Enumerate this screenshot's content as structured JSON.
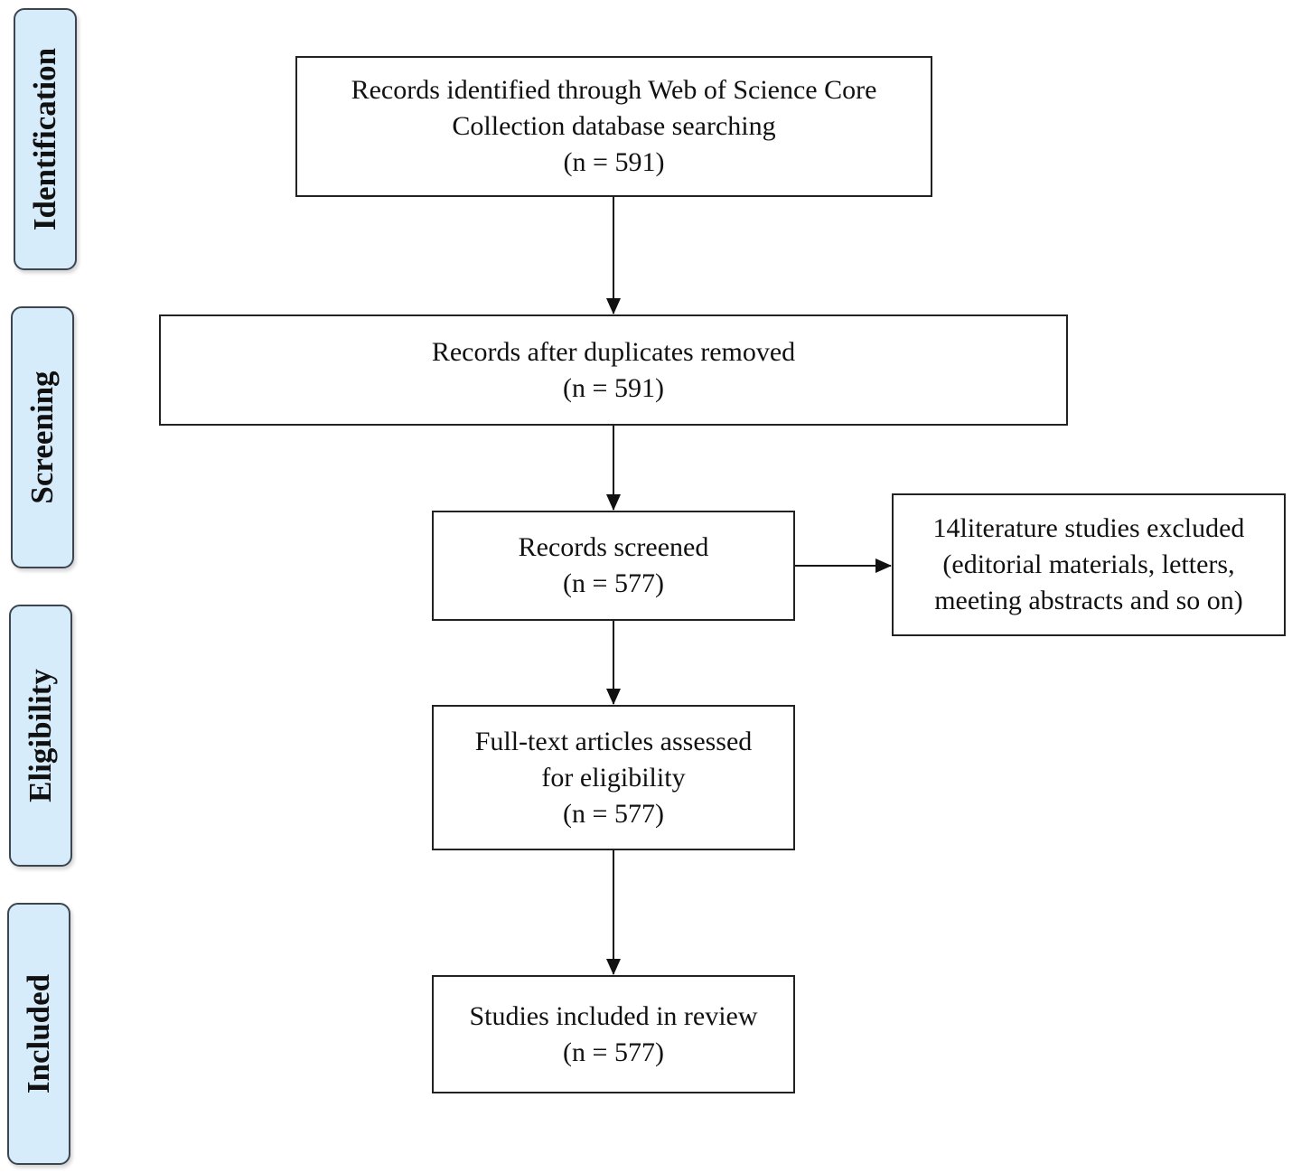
{
  "stages": {
    "identification": "Identification",
    "screening": "Screening",
    "eligibility": "Eligibility",
    "included": "Included"
  },
  "boxes": {
    "identified": {
      "line1": "Records identified through Web of Science Core",
      "line2": "Collection database searching",
      "line3": "(n = 591)"
    },
    "deduplicated": {
      "line1": "Records after duplicates removed",
      "line2": "(n = 591)"
    },
    "screened": {
      "line1": "Records screened",
      "line2": "(n = 577)"
    },
    "excluded": {
      "line1": "14literature studies excluded",
      "line2": "(editorial materials, letters,",
      "line3": "meeting abstracts and so on)"
    },
    "full_text": {
      "line1": "Full-text articles assessed",
      "line2": "for eligibility",
      "line3": "(n = 577)"
    },
    "included": {
      "line1": "Studies included in review",
      "line2": "(n = 577)"
    }
  },
  "colors": {
    "stage_fill": "#d6ecfb",
    "stage_border": "#3c4550",
    "box_border": "#222222",
    "arrow": "#111111"
  }
}
